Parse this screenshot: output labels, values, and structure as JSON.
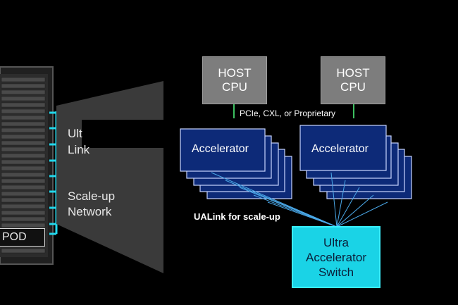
{
  "host_cpus": [
    {
      "line1": "HOST",
      "line2": "CPU"
    },
    {
      "line1": "HOST",
      "line2": "CPU"
    }
  ],
  "interconnect_label": "PCIe, CXL, or Proprietary",
  "accelerator_label": "Accelerator",
  "uallink_label": "UALink for scale-up",
  "switch": {
    "line1": "Ultra",
    "line2": "Accelerator",
    "line3": "Switch"
  },
  "side_labels": {
    "top_line1": "Ult",
    "top_line2": "Link",
    "scale_line1": "Scale-up",
    "scale_line2": "Network",
    "pod": "POD"
  },
  "colors": {
    "accent_cyan": "#1ad3e6",
    "accelerator_fill": "#0d2a78",
    "host_fill": "#7d7d7d",
    "link_green": "#3cc060"
  }
}
